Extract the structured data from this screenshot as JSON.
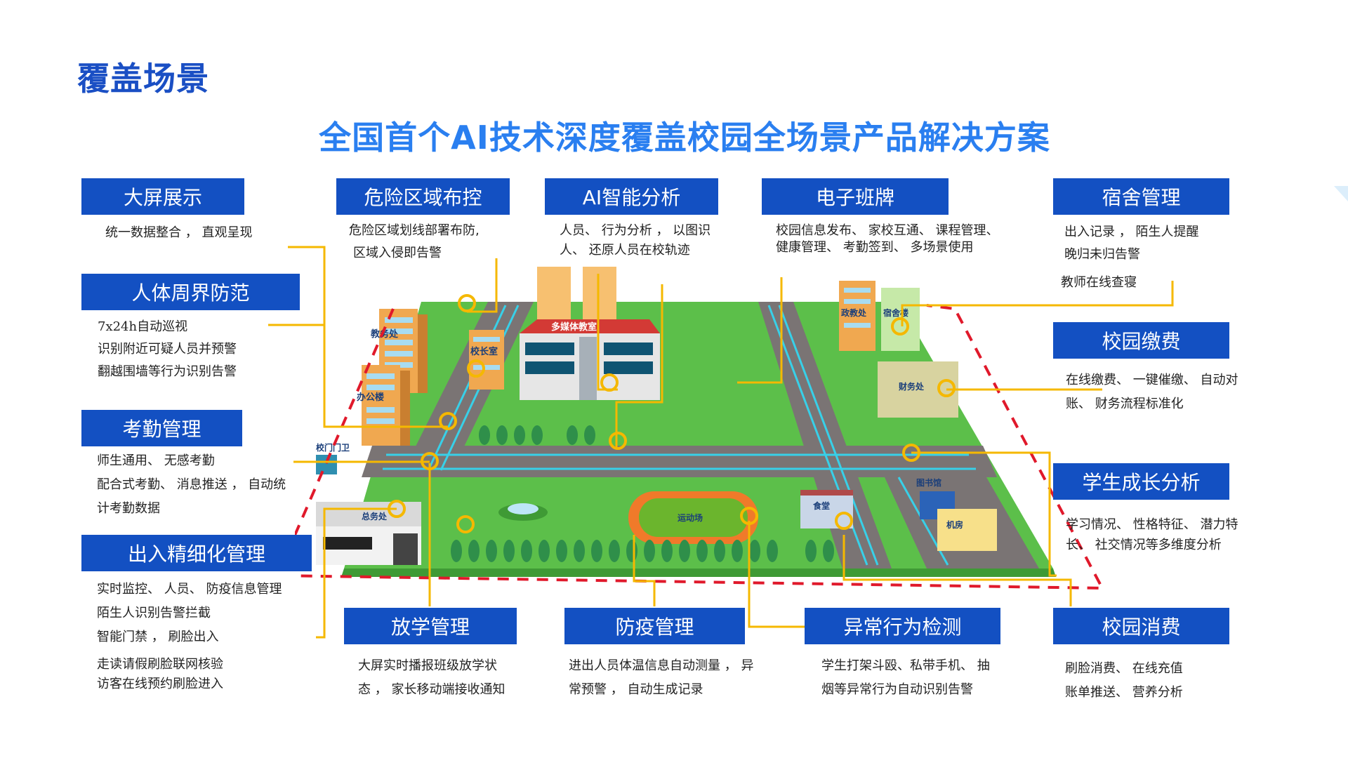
{
  "page": {
    "section_title": "覆盖场景",
    "main_title": "全国首个AI技术深度覆盖校园全场景产品解决方案"
  },
  "colors": {
    "section_title": "#1a4fc4",
    "main_title": "#2a7ff0",
    "label_box": "#1350c2",
    "connector_line": "#f5b800",
    "boundary_dashed": "#e0192b",
    "grass": "#5cbf4a",
    "road": "#7a7474",
    "circuit": "#38d0e8"
  },
  "features": {
    "big_screen": {
      "title": "大屏展示",
      "lines": [
        "统一数据整合 ， 直观呈现"
      ]
    },
    "danger_zone": {
      "title": "危险区域布控",
      "lines": [
        "危险区域划线部署布防,",
        "区域入侵即告警"
      ]
    },
    "ai_analysis": {
      "title": "AI智能分析",
      "lines": [
        "人员、 行为分析 ， 以图识",
        "人、 还原人员在校轨迹"
      ]
    },
    "e_class_board": {
      "title": "电子班牌",
      "lines": [
        "校园信息发布、 家校互通、 课程管理、",
        "健康管理、 考勤签到、 多场景使用"
      ]
    },
    "dormitory": {
      "title": "宿舍管理",
      "lines": [
        "出入记录 ， 陌生人提醒",
        "晚归未归告警",
        "教师在线查寝"
      ]
    },
    "perimeter": {
      "title": "人体周界防范",
      "lines": [
        "7x24h自动巡视",
        "识别附近可疑人员并预警",
        "翻越围墙等行为识别告警"
      ]
    },
    "attendance": {
      "title": "考勤管理",
      "lines": [
        "师生通用、 无感考勤",
        "配合式考勤、 消息推送 ， 自动统",
        "计考勤数据"
      ]
    },
    "access": {
      "title": "出入精细化管理",
      "lines": [
        "实时监控、 人员、 防疫信息管理",
        "陌生人识别告警拦截",
        "智能门禁 ， 刷脸出入",
        "走读请假刷脸联网核验",
        "访客在线预约刷脸进入"
      ]
    },
    "payment": {
      "title": "校园缴费",
      "lines": [
        "在线缴费、 一键催缴、 自动对",
        "账、 财务流程标准化"
      ]
    },
    "growth": {
      "title": "学生成长分析",
      "lines": [
        "学习情况、 性格特征、 潜力特",
        "长、 社交情况等多维度分析"
      ]
    },
    "dismissal": {
      "title": "放学管理",
      "lines": [
        "大屏实时播报班级放学状",
        "态 ， 家长移动端接收通知"
      ]
    },
    "epidemic": {
      "title": "防疫管理",
      "lines": [
        "进出人员体温信息自动测量 ， 异",
        "常预警 ， 自动生成记录"
      ]
    },
    "abnormal": {
      "title": "异常行为检测",
      "lines": [
        "学生打架斗殴、私带手机、 抽",
        "烟等异常行为自动识别告警"
      ]
    },
    "consumption": {
      "title": "校园消费",
      "lines": [
        "刷脸消费、 在线充值",
        "账单推送、 营养分析"
      ]
    }
  },
  "campus_map": {
    "buildings": {
      "academic_affairs": "教务处",
      "office_building": "办公楼",
      "principal_office": "校长室",
      "multimedia_classroom": "多媒体教室",
      "political_education": "政教处",
      "dormitory_building": "宿舍楼",
      "finance_office": "财务处",
      "school_gate": "校门门卫",
      "general_affairs": "总务处",
      "sports_field": "运动场",
      "canteen": "食堂",
      "library": "图书馆",
      "computer_room": "机房"
    }
  }
}
